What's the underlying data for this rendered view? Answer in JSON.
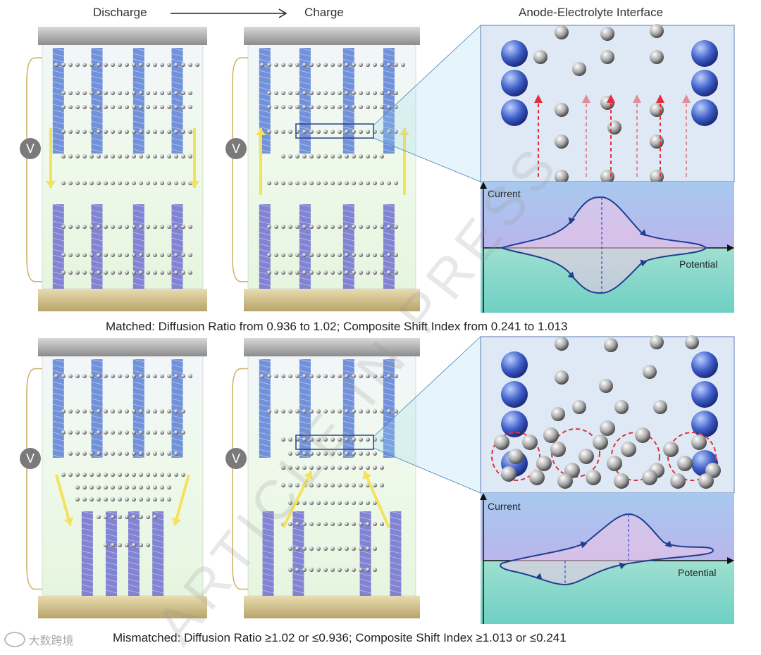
{
  "headers": {
    "discharge": "Discharge",
    "charge": "Charge",
    "interface": "Anode-Electrolyte Interface"
  },
  "voltmeter_label": "V",
  "plot_labels": {
    "y_axis": "Current",
    "x_axis": "Potential"
  },
  "captions": {
    "matched": "Matched: Diffusion Ratio from 0.936 to 1.02; Composite Shift Index from 0.241 to 1.013",
    "mismatched": "Mismatched: Diffusion Ratio ≥1.02 or ≤0.936; Composite Shift Index ≥1.013 or ≤0.241"
  },
  "watermark": "ARTICLE IN PRESS",
  "logo_text": "大数跨境",
  "colors": {
    "crystal": "#6f6fd0",
    "crystal_top": "#5b7fd6",
    "arrow_yellow": "#f5e25a",
    "arrow_red": "#e03040",
    "plot_curve": "#1e3f8f",
    "plot_bg_top": "#b9b6ec",
    "plot_bg_bottom": "#6fcfc4"
  }
}
